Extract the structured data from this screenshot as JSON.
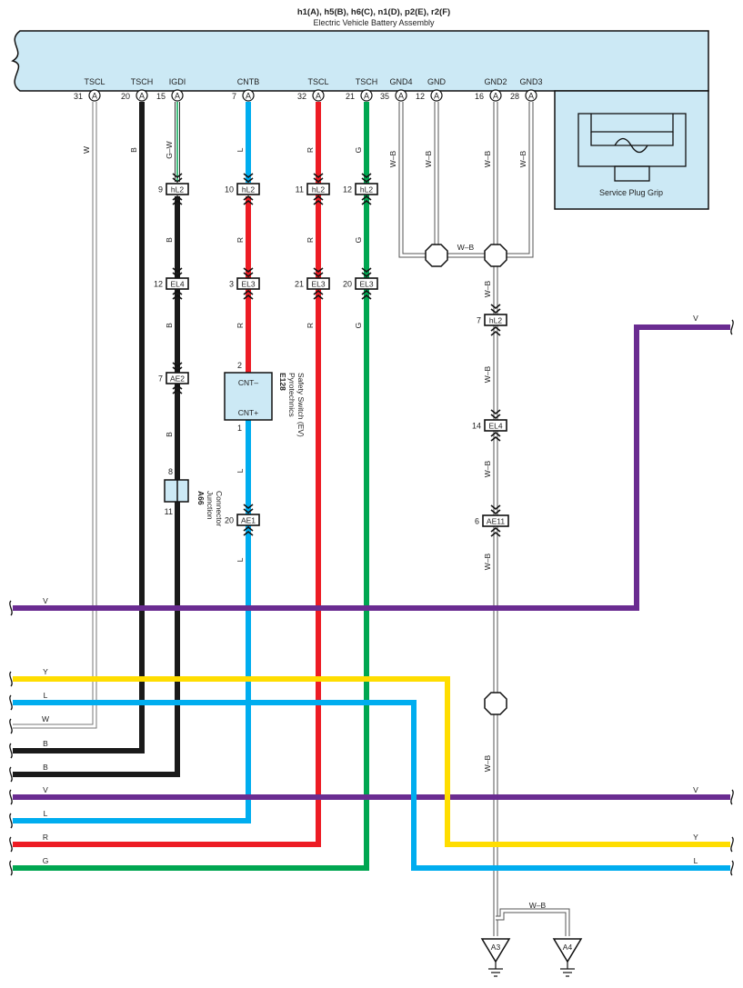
{
  "header": {
    "title": "h1(A), h5(B), h6(C), n1(D), p2(E), r2(F)",
    "subtitle": "Electric Vehicle Battery Assembly"
  },
  "terminals": [
    {
      "name": "TSCL",
      "pin": "31",
      "conn": "A"
    },
    {
      "name": "TSCH",
      "pin": "20",
      "conn": "A"
    },
    {
      "name": "IGDI",
      "pin": "15",
      "conn": "A"
    },
    {
      "name": "CNTB",
      "pin": "7",
      "conn": "A"
    },
    {
      "name": "TSCL",
      "pin": "32",
      "conn": "A"
    },
    {
      "name": "TSCH",
      "pin": "21",
      "conn": "A"
    },
    {
      "name": "GND4",
      "pin": "35",
      "conn": "A"
    },
    {
      "name": "GND",
      "pin": "12",
      "conn": "A"
    },
    {
      "name": "GND2",
      "pin": "16",
      "conn": "A"
    },
    {
      "name": "GND3",
      "pin": "28",
      "conn": "A"
    }
  ],
  "service_plug": "Service Plug Grip",
  "connectors": [
    {
      "pin": "9",
      "id": "hL2"
    },
    {
      "pin": "10",
      "id": "hL2"
    },
    {
      "pin": "11",
      "id": "hL2"
    },
    {
      "pin": "12",
      "id": "hL2"
    },
    {
      "pin": "12",
      "id": "EL4"
    },
    {
      "pin": "3",
      "id": "EL3"
    },
    {
      "pin": "21",
      "id": "EL3"
    },
    {
      "pin": "20",
      "id": "EL3"
    },
    {
      "pin": "7",
      "id": "AE2"
    },
    {
      "pin": "20",
      "id": "AE1"
    },
    {
      "pin": "7",
      "id": "hL2"
    },
    {
      "pin": "14",
      "id": "EL4"
    },
    {
      "pin": "6",
      "id": "AE11"
    }
  ],
  "pyro_switch": {
    "code": "E128",
    "name1": "Pyrotechnics",
    "name2": "Safety Switch (EV)",
    "top_label": "CNT–",
    "bottom_label": "CNT+",
    "pin_top": "2",
    "pin_bottom": "1"
  },
  "junction": {
    "code": "A66",
    "name1": "Junction",
    "name2": "Connector",
    "pin_top": "8",
    "pin_bottom": "11"
  },
  "wire_labels": {
    "w": "W",
    "b": "B",
    "gw": "G–W",
    "l": "L",
    "r": "R",
    "g": "G",
    "wb": "W–B",
    "v": "V",
    "y": "Y"
  },
  "grounds": [
    {
      "id": "A3"
    },
    {
      "id": "A4"
    }
  ],
  "colors": {
    "purple": "#6a2c91",
    "yellow": "#ffdd00",
    "blue": "#00adef",
    "red": "#ed1c24",
    "green": "#00a651",
    "black": "#1a1a1a",
    "panel": "#cce9f5"
  }
}
